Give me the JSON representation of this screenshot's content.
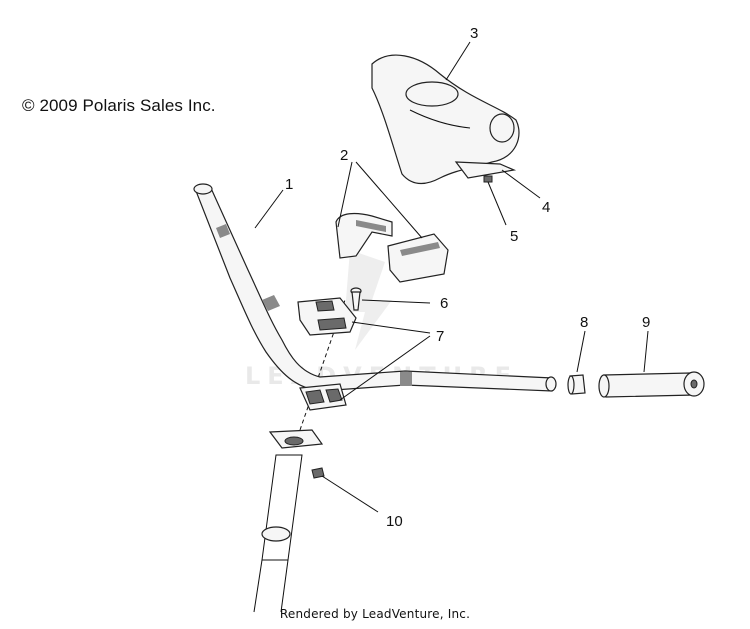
{
  "copyright": "© 2009 Polaris Sales Inc.",
  "footer": "Rendered by LeadVenture, Inc.",
  "watermark": "LEADVENTURE",
  "callouts": [
    "1",
    "2",
    "3",
    "4",
    "5",
    "6",
    "7",
    "8",
    "9",
    "10"
  ]
}
